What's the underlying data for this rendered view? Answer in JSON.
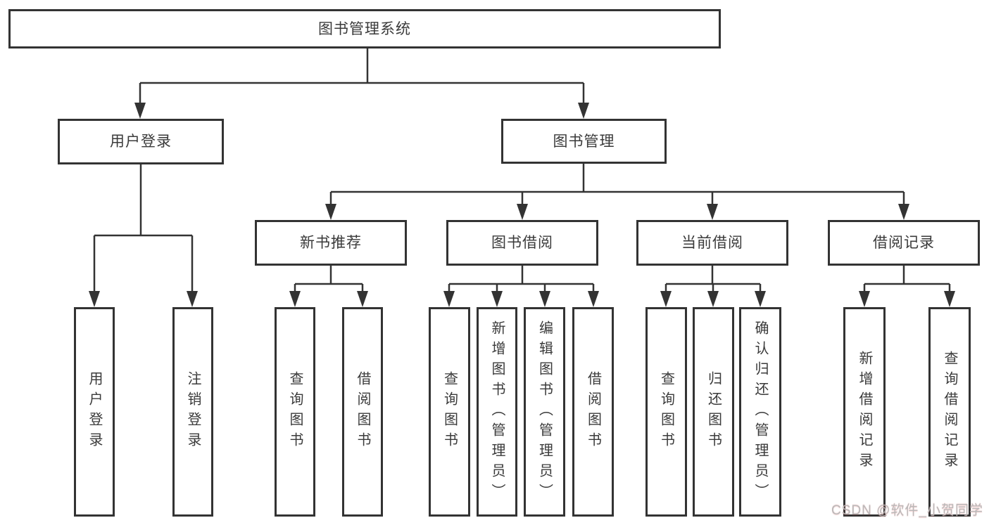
{
  "diagram": {
    "root": {
      "label": "图书管理系统"
    },
    "branches": [
      {
        "label": "用户登录",
        "children": [
          {
            "label": "用户登录"
          },
          {
            "label": "注销登录"
          }
        ]
      },
      {
        "label": "图书管理",
        "children": [
          {
            "label": "新书推荐",
            "children": [
              {
                "label": "查询图书"
              },
              {
                "label": "借阅图书"
              }
            ]
          },
          {
            "label": "图书借阅",
            "children": [
              {
                "label": "查询图书"
              },
              {
                "label": "新增图书（管理员）"
              },
              {
                "label": "编辑图书（管理员）"
              },
              {
                "label": "借阅图书"
              }
            ]
          },
          {
            "label": "当前借阅",
            "children": [
              {
                "label": "查询图书"
              },
              {
                "label": "归还图书"
              },
              {
                "label": "确认归还（管理员）"
              }
            ]
          },
          {
            "label": "借阅记录",
            "children": [
              {
                "label": "新增借阅记录"
              },
              {
                "label": "查询借阅记录"
              }
            ]
          }
        ]
      }
    ]
  },
  "watermark": {
    "text": "CSDN @软件_小贺同学"
  },
  "colors": {
    "line": "#333333",
    "text": "#3a3a3a",
    "background": "#ffffff",
    "watermark": "#b9b9b9"
  }
}
